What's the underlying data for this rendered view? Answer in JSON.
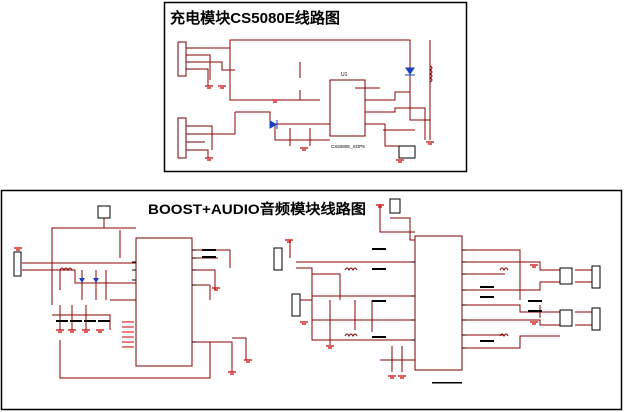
{
  "top_panel": {
    "title": "充电模块CS5080E线路图",
    "chip_label": "U1",
    "part_label": "CS5080E_SOP8"
  },
  "bottom_panel": {
    "title": "BOOST+AUDIO音频模块线路图"
  },
  "colors": {
    "wire": "#8b0000",
    "frame": "#000000",
    "chip_outline": "#7a0000",
    "ground": "#cc0000",
    "pin": "#000080",
    "diode": "#1a3fbf",
    "bus": "#000000"
  }
}
